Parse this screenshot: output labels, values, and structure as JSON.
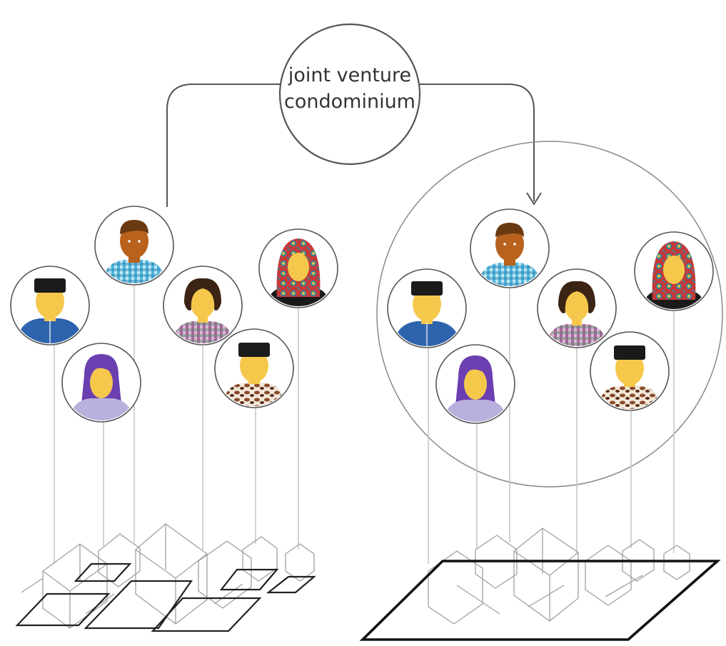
{
  "center_node": {
    "label_line1": "joint venture",
    "label_line2": "condominium"
  },
  "colors": {
    "stroke": "#555555",
    "connector": "#c8c8c8",
    "parcel_light": "#9a9a9a",
    "parcel_dark": "#222222",
    "skin": "#f5c84c",
    "skin_dark": "#b8621e",
    "hair_black": "#1a1a1a",
    "hair_brown": "#3b2414",
    "hair_purple": "#6b3fb0",
    "shirt_blue": "#2e63ad",
    "shirt_check": "#35a9d3",
    "shirt_lilac": "#b9b0dd",
    "shirt_pink_check": "#9a4a8a",
    "batik": "#8a4a2a",
    "hijab_red": "#c43a3a",
    "hijab_teal": "#2a8aa0"
  },
  "people": [
    {
      "icon": "man-songkok-blue-shirt-icon"
    },
    {
      "icon": "man-dark-skin-checked-shirt-icon"
    },
    {
      "icon": "woman-purple-hair-icon"
    },
    {
      "icon": "woman-brown-hair-checked-blouse-icon"
    },
    {
      "icon": "man-songkok-batik-shirt-icon"
    },
    {
      "icon": "woman-patterned-hijab-icon"
    }
  ],
  "groups": [
    {
      "id": "individual-ownership"
    },
    {
      "id": "joint-ownership"
    }
  ]
}
